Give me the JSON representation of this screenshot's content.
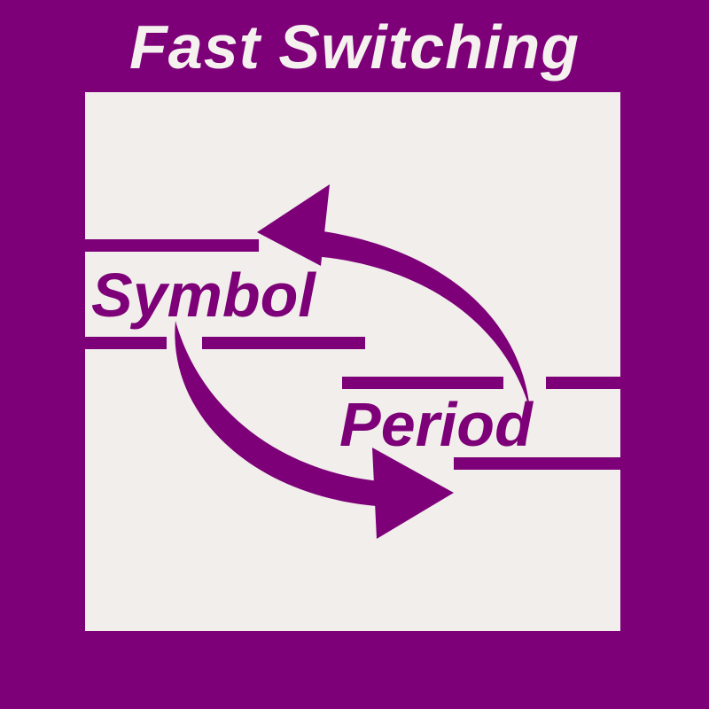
{
  "title": "Fast Switching",
  "labels": {
    "symbol": "Symbol",
    "period": "Period"
  },
  "icons": {
    "upper_arrow": "curved-arrow-left-icon",
    "lower_arrow": "curved-arrow-right-icon"
  },
  "colors": {
    "background": "#7d0078",
    "panel": "#f1eeeb",
    "accent": "#7d0078",
    "title_text": "#f4f1ee"
  }
}
